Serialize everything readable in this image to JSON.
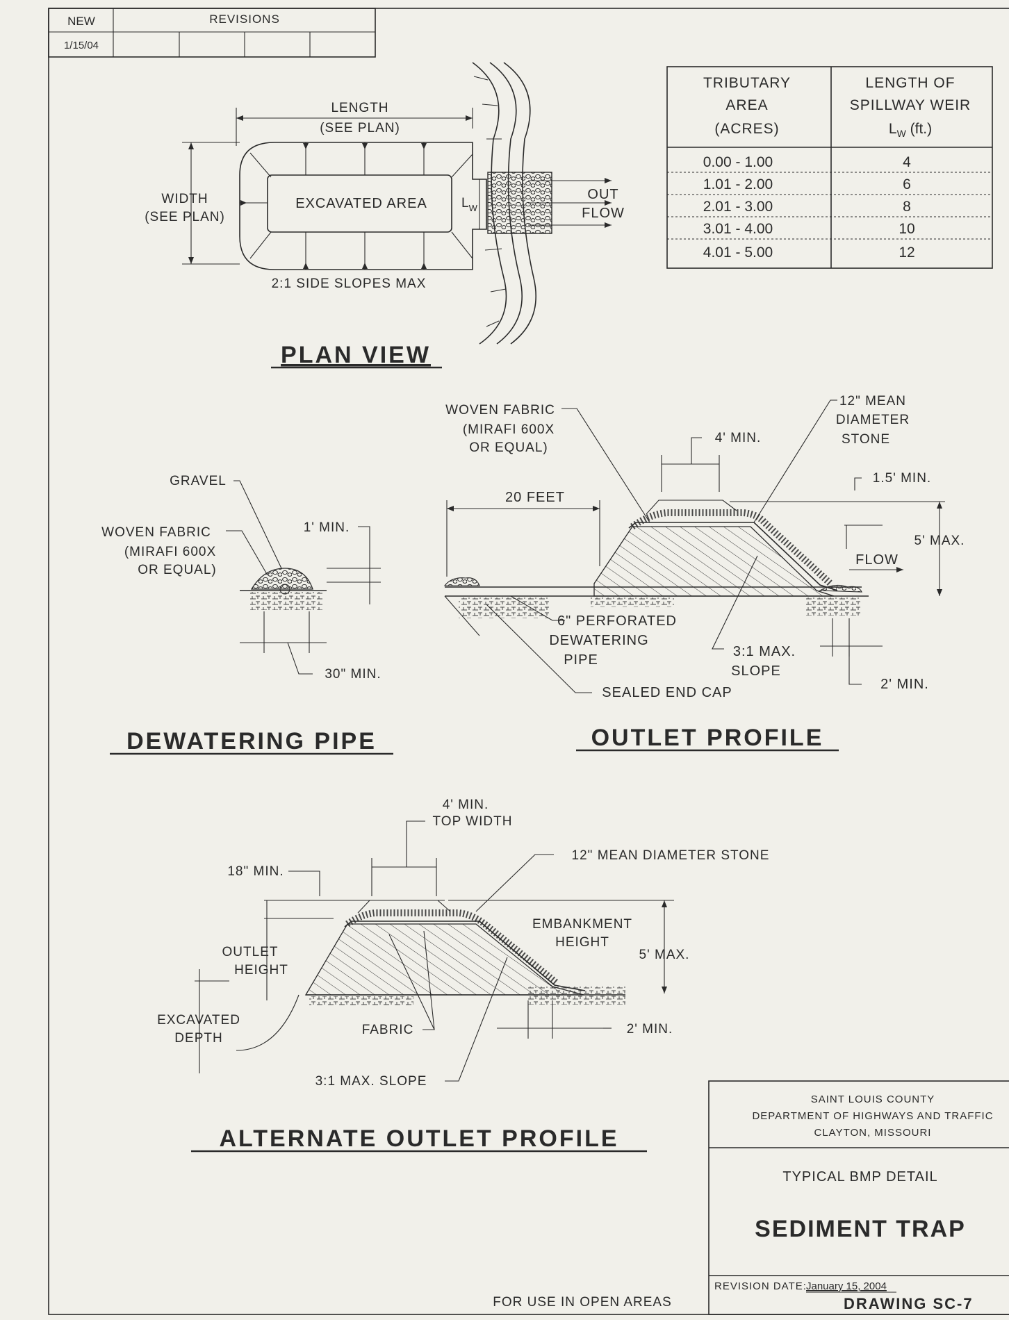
{
  "revisions": {
    "new_label": "NEW",
    "revisions_label": "REVISIONS",
    "date": "1/15/04"
  },
  "plan_view": {
    "title": "PLAN VIEW",
    "length": "LENGTH",
    "length_see_plan": "(SEE PLAN)",
    "width": "WIDTH",
    "width_see_plan": "(SEE PLAN)",
    "excavated_area": "EXCAVATED AREA",
    "lw": "L",
    "lw_sub": "W",
    "out": "OUT",
    "flow": "FLOW",
    "side_slopes": "2:1 SIDE SLOPES MAX"
  },
  "weir_table": {
    "header_area": [
      "TRIBUTARY",
      "AREA",
      "(ACRES)"
    ],
    "header_length": [
      "LENGTH OF",
      "SPILLWAY WEIR"
    ],
    "header_lw": "L",
    "header_lw_sub": "W",
    "header_lw_unit": "(ft.)",
    "rows": [
      {
        "area": "0.00 - 1.00",
        "length": "4"
      },
      {
        "area": "1.01 - 2.00",
        "length": "6"
      },
      {
        "area": "2.01 - 3.00",
        "length": "8"
      },
      {
        "area": "3.01 - 4.00",
        "length": "10"
      },
      {
        "area": "4.01 - 5.00",
        "length": "12"
      }
    ]
  },
  "dewatering_pipe": {
    "title": "DEWATERING PIPE",
    "gravel": "GRAVEL",
    "woven_fabric": [
      "WOVEN FABRIC",
      "(MIRAFI 600X",
      "OR EQUAL)"
    ],
    "one_ft_min": "1' MIN.",
    "thirty_in_min": "30\" MIN."
  },
  "outlet_profile": {
    "title": "OUTLET PROFILE",
    "woven_fabric": [
      "WOVEN FABRIC",
      "(MIRAFI 600X",
      "OR EQUAL)"
    ],
    "four_ft_min": "4' MIN.",
    "stone": [
      "12\" MEAN",
      "DIAMETER",
      "STONE"
    ],
    "one_five_min": "1.5' MIN.",
    "twenty_feet": "20 FEET",
    "five_max": "5' MAX.",
    "flow": "FLOW",
    "perforated": [
      "6\" PERFORATED",
      "DEWATERING",
      "PIPE"
    ],
    "slope": [
      "3:1 MAX.",
      "SLOPE"
    ],
    "two_ft_min": "2' MIN.",
    "sealed_end_cap": "SEALED END CAP"
  },
  "alternate_outlet": {
    "title": "ALTERNATE OUTLET PROFILE",
    "top_width": [
      "4' MIN.",
      "TOP WIDTH"
    ],
    "stone": "12\" MEAN DIAMETER STONE",
    "eighteen_min": "18\" MIN.",
    "embankment": [
      "EMBANKMENT",
      "HEIGHT"
    ],
    "five_max": "5' MAX.",
    "outlet_height": [
      "OUTLET",
      "HEIGHT"
    ],
    "excavated_depth": [
      "EXCAVATED",
      "DEPTH"
    ],
    "fabric": "FABRIC",
    "two_ft_min": "2' MIN.",
    "slope": "3:1 MAX. SLOPE"
  },
  "title_block": {
    "agency": "SAINT LOUIS COUNTY",
    "department": "DEPARTMENT OF HIGHWAYS AND TRAFFIC",
    "city": "CLAYTON, MISSOURI",
    "subtitle": "TYPICAL BMP DETAIL",
    "title": "SEDIMENT TRAP",
    "revision_label": "REVISION DATE:",
    "revision_date": "January 15, 2004",
    "drawing": "DRAWING  SC-7"
  },
  "footer_note": "FOR USE IN OPEN AREAS"
}
